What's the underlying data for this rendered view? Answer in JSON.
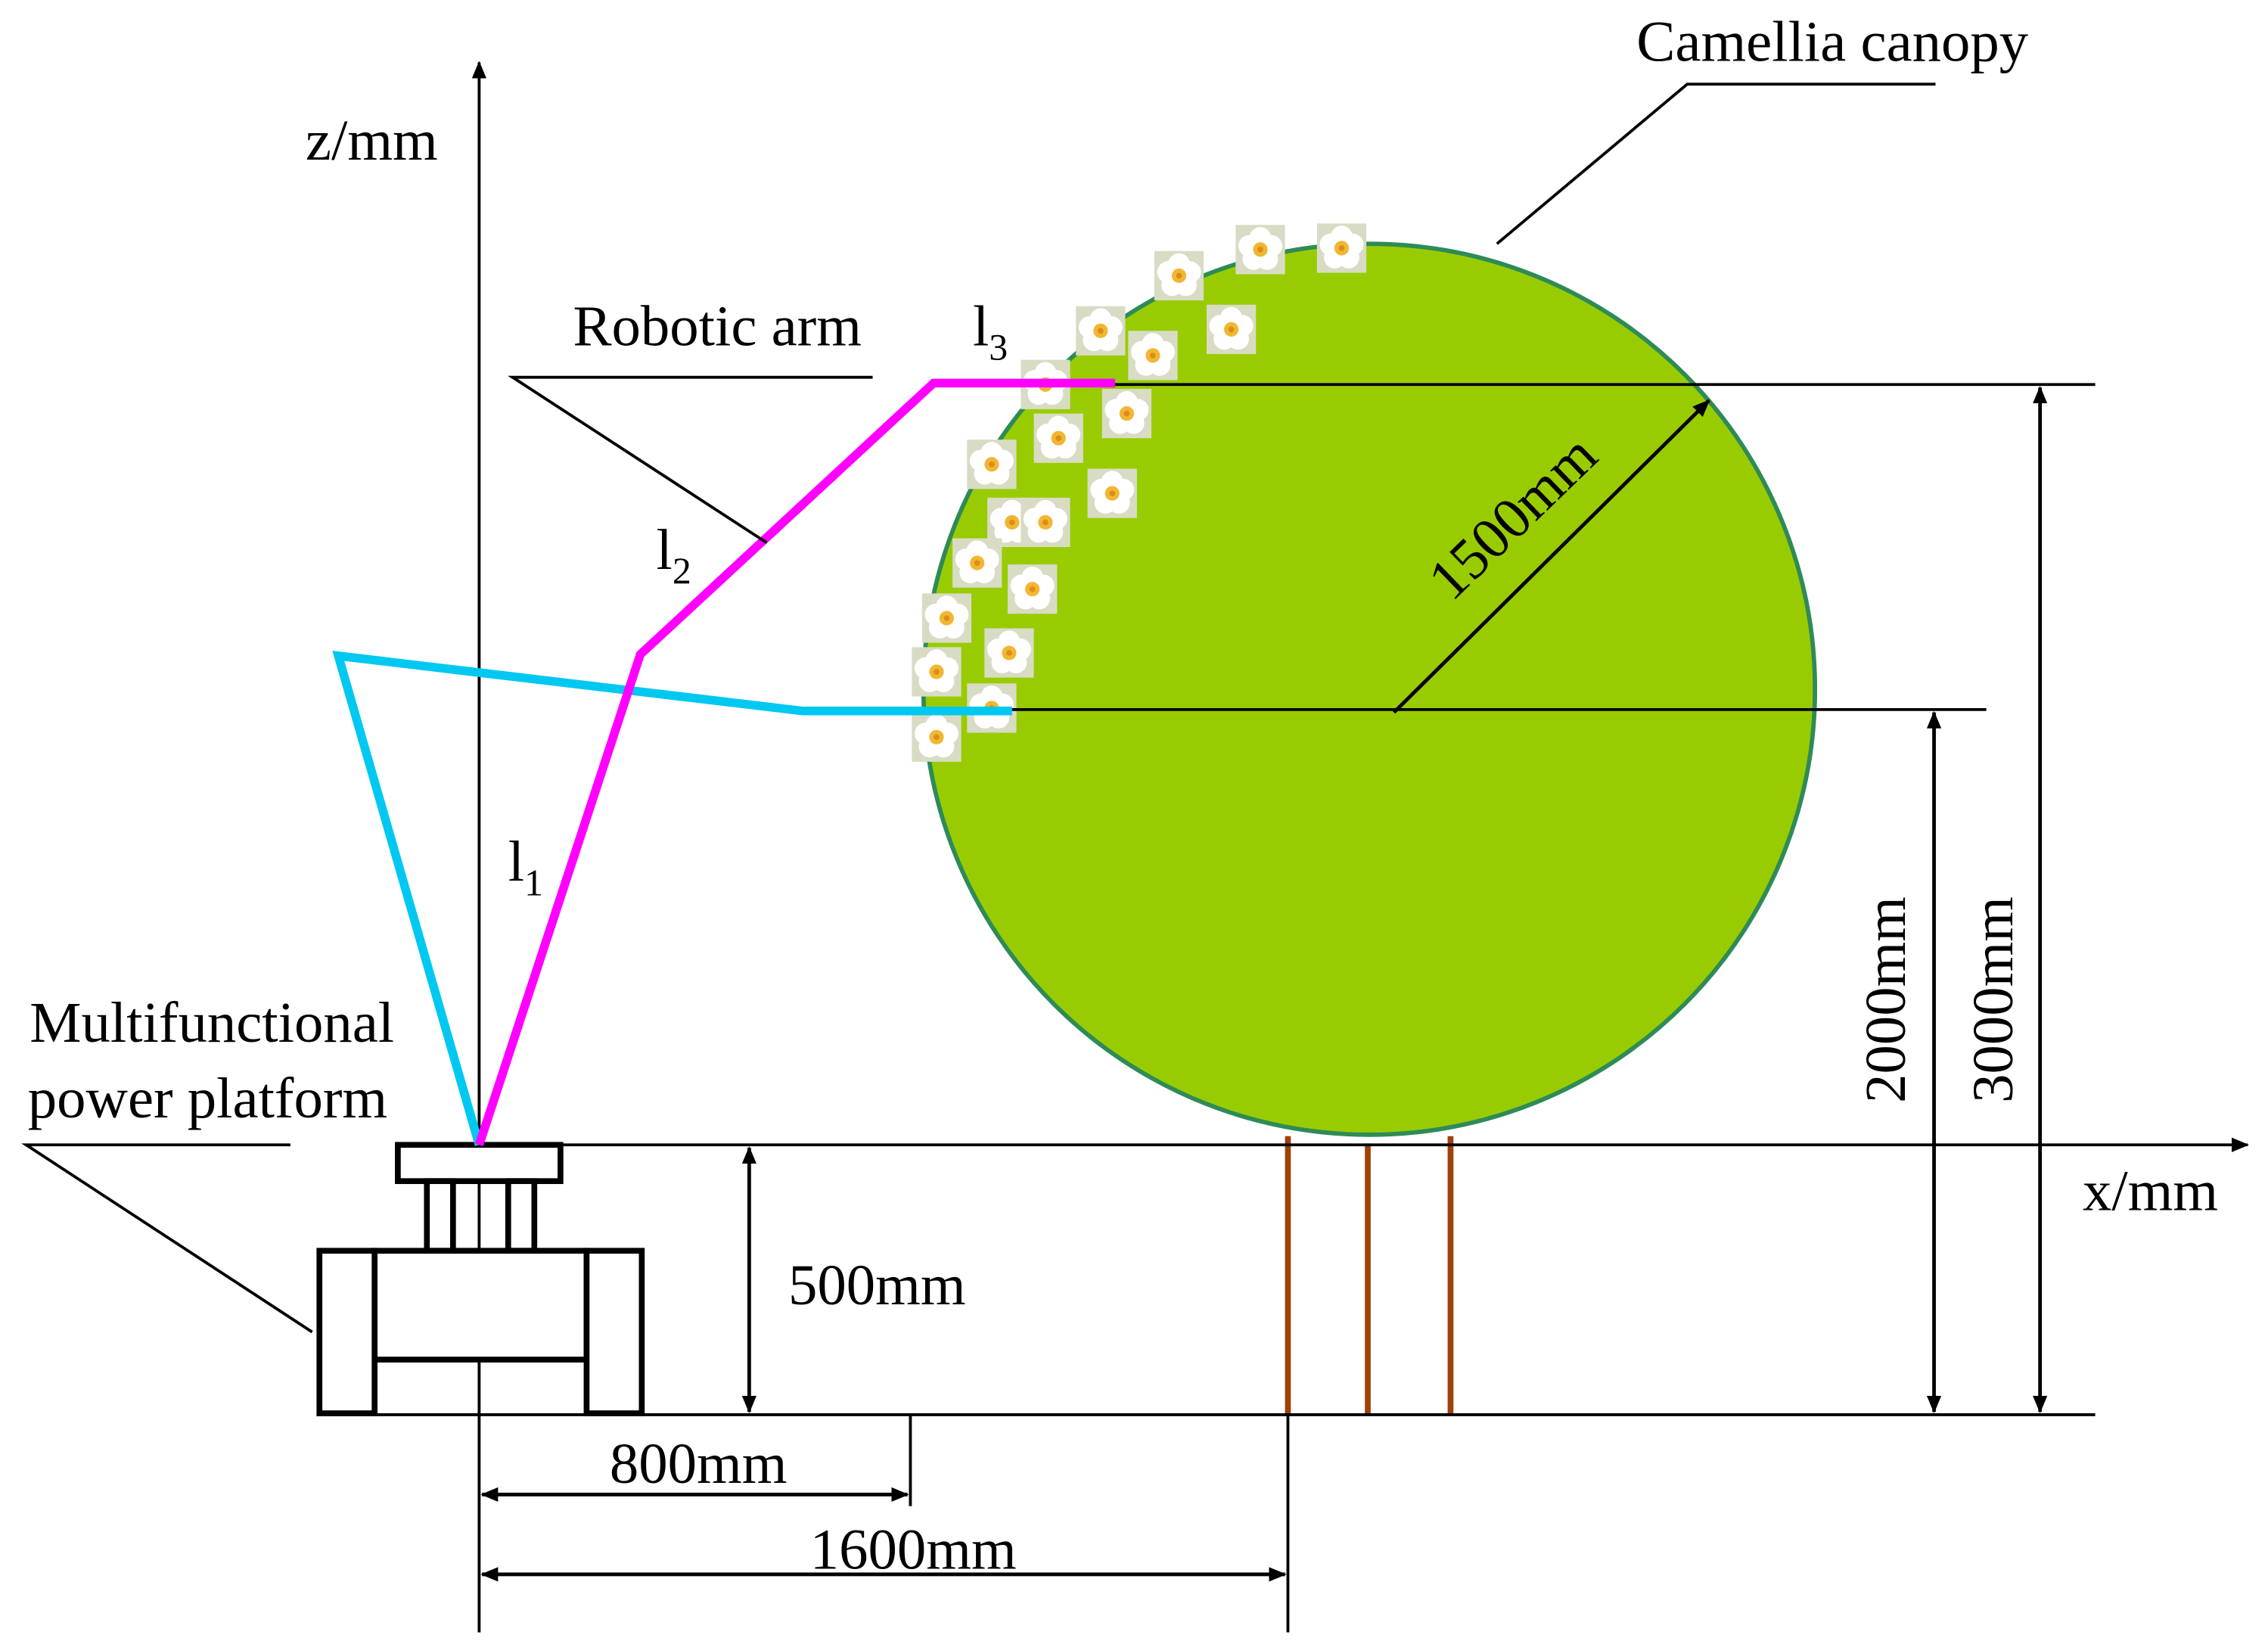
{
  "labels": {
    "canopy": "Camellia canopy",
    "z_axis": "z/mm",
    "x_axis": "x/mm",
    "robotic_arm": "Robotic arm",
    "link1": "l",
    "link1_sub": "1",
    "link2": "l",
    "link2_sub": "2",
    "link3": "l",
    "link3_sub": "3",
    "platform_line1": "Multifunctional",
    "platform_line2": "power platform"
  },
  "dimensions": {
    "radius": "1500mm",
    "center_height": "2000mm",
    "top_height": "3000mm",
    "platform_height": "500mm",
    "dist_800": "800mm",
    "dist_1600": "1600mm"
  },
  "colors": {
    "canopy_fill": "#99cc00",
    "canopy_stroke": "#2e8b57",
    "arm_pose_1": "#ff00ff",
    "arm_pose_2": "#00c8f0",
    "trunk": "#a0400a",
    "flower_petal": "#ffffff",
    "flower_center": "#f2b632"
  }
}
